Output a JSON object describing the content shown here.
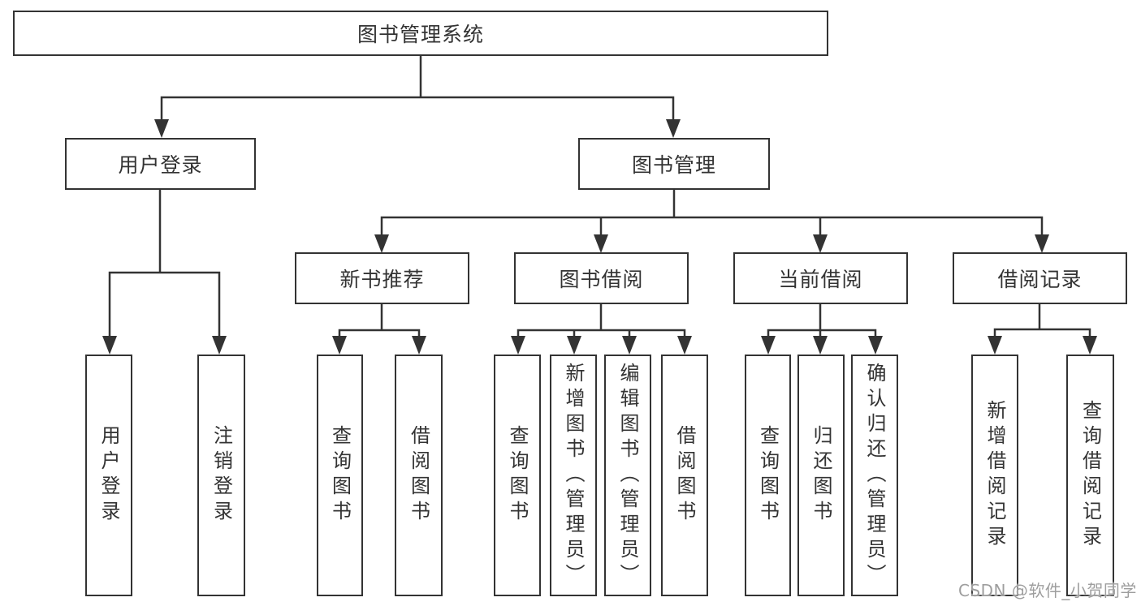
{
  "colors": {
    "line": "#333333",
    "box_bg": "#ffffff",
    "text": "#333333",
    "watermark": "#9e9e9e"
  },
  "root": {
    "label": "图书管理系统"
  },
  "user_login": {
    "label": "用户登录",
    "leaves": [
      {
        "label": "用户登录"
      },
      {
        "label": "注销登录"
      }
    ]
  },
  "book_mgmt": {
    "label": "图书管理",
    "children": [
      {
        "label": "新书推荐",
        "leaves": [
          {
            "label": "查询图书"
          },
          {
            "label": "借阅图书"
          }
        ]
      },
      {
        "label": "图书借阅",
        "leaves": [
          {
            "label": "查询图书"
          },
          {
            "label": "新增图书（管理员）"
          },
          {
            "label": "编辑图书（管理员）"
          },
          {
            "label": "借阅图书"
          }
        ]
      },
      {
        "label": "当前借阅",
        "leaves": [
          {
            "label": "查询图书"
          },
          {
            "label": "归还图书"
          },
          {
            "label": "确认归还（管理员）"
          }
        ]
      },
      {
        "label": "借阅记录",
        "leaves": [
          {
            "label": "新增借阅记录"
          },
          {
            "label": "查询借阅记录"
          }
        ]
      }
    ]
  },
  "watermark": "CSDN @软件_小贺同学"
}
